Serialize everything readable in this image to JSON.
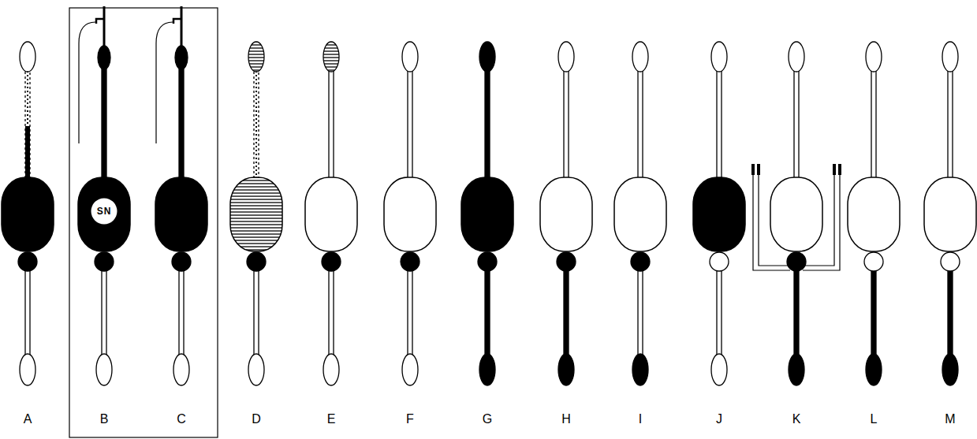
{
  "diagram": {
    "nodes": [
      {
        "text": [
          "SN"
        ]
      }
    ],
    "labels": [
      "A",
      "B",
      "C",
      "D",
      "E",
      "F",
      "G",
      "H",
      "I",
      "J",
      "K",
      "L",
      "M"
    ]
  }
}
